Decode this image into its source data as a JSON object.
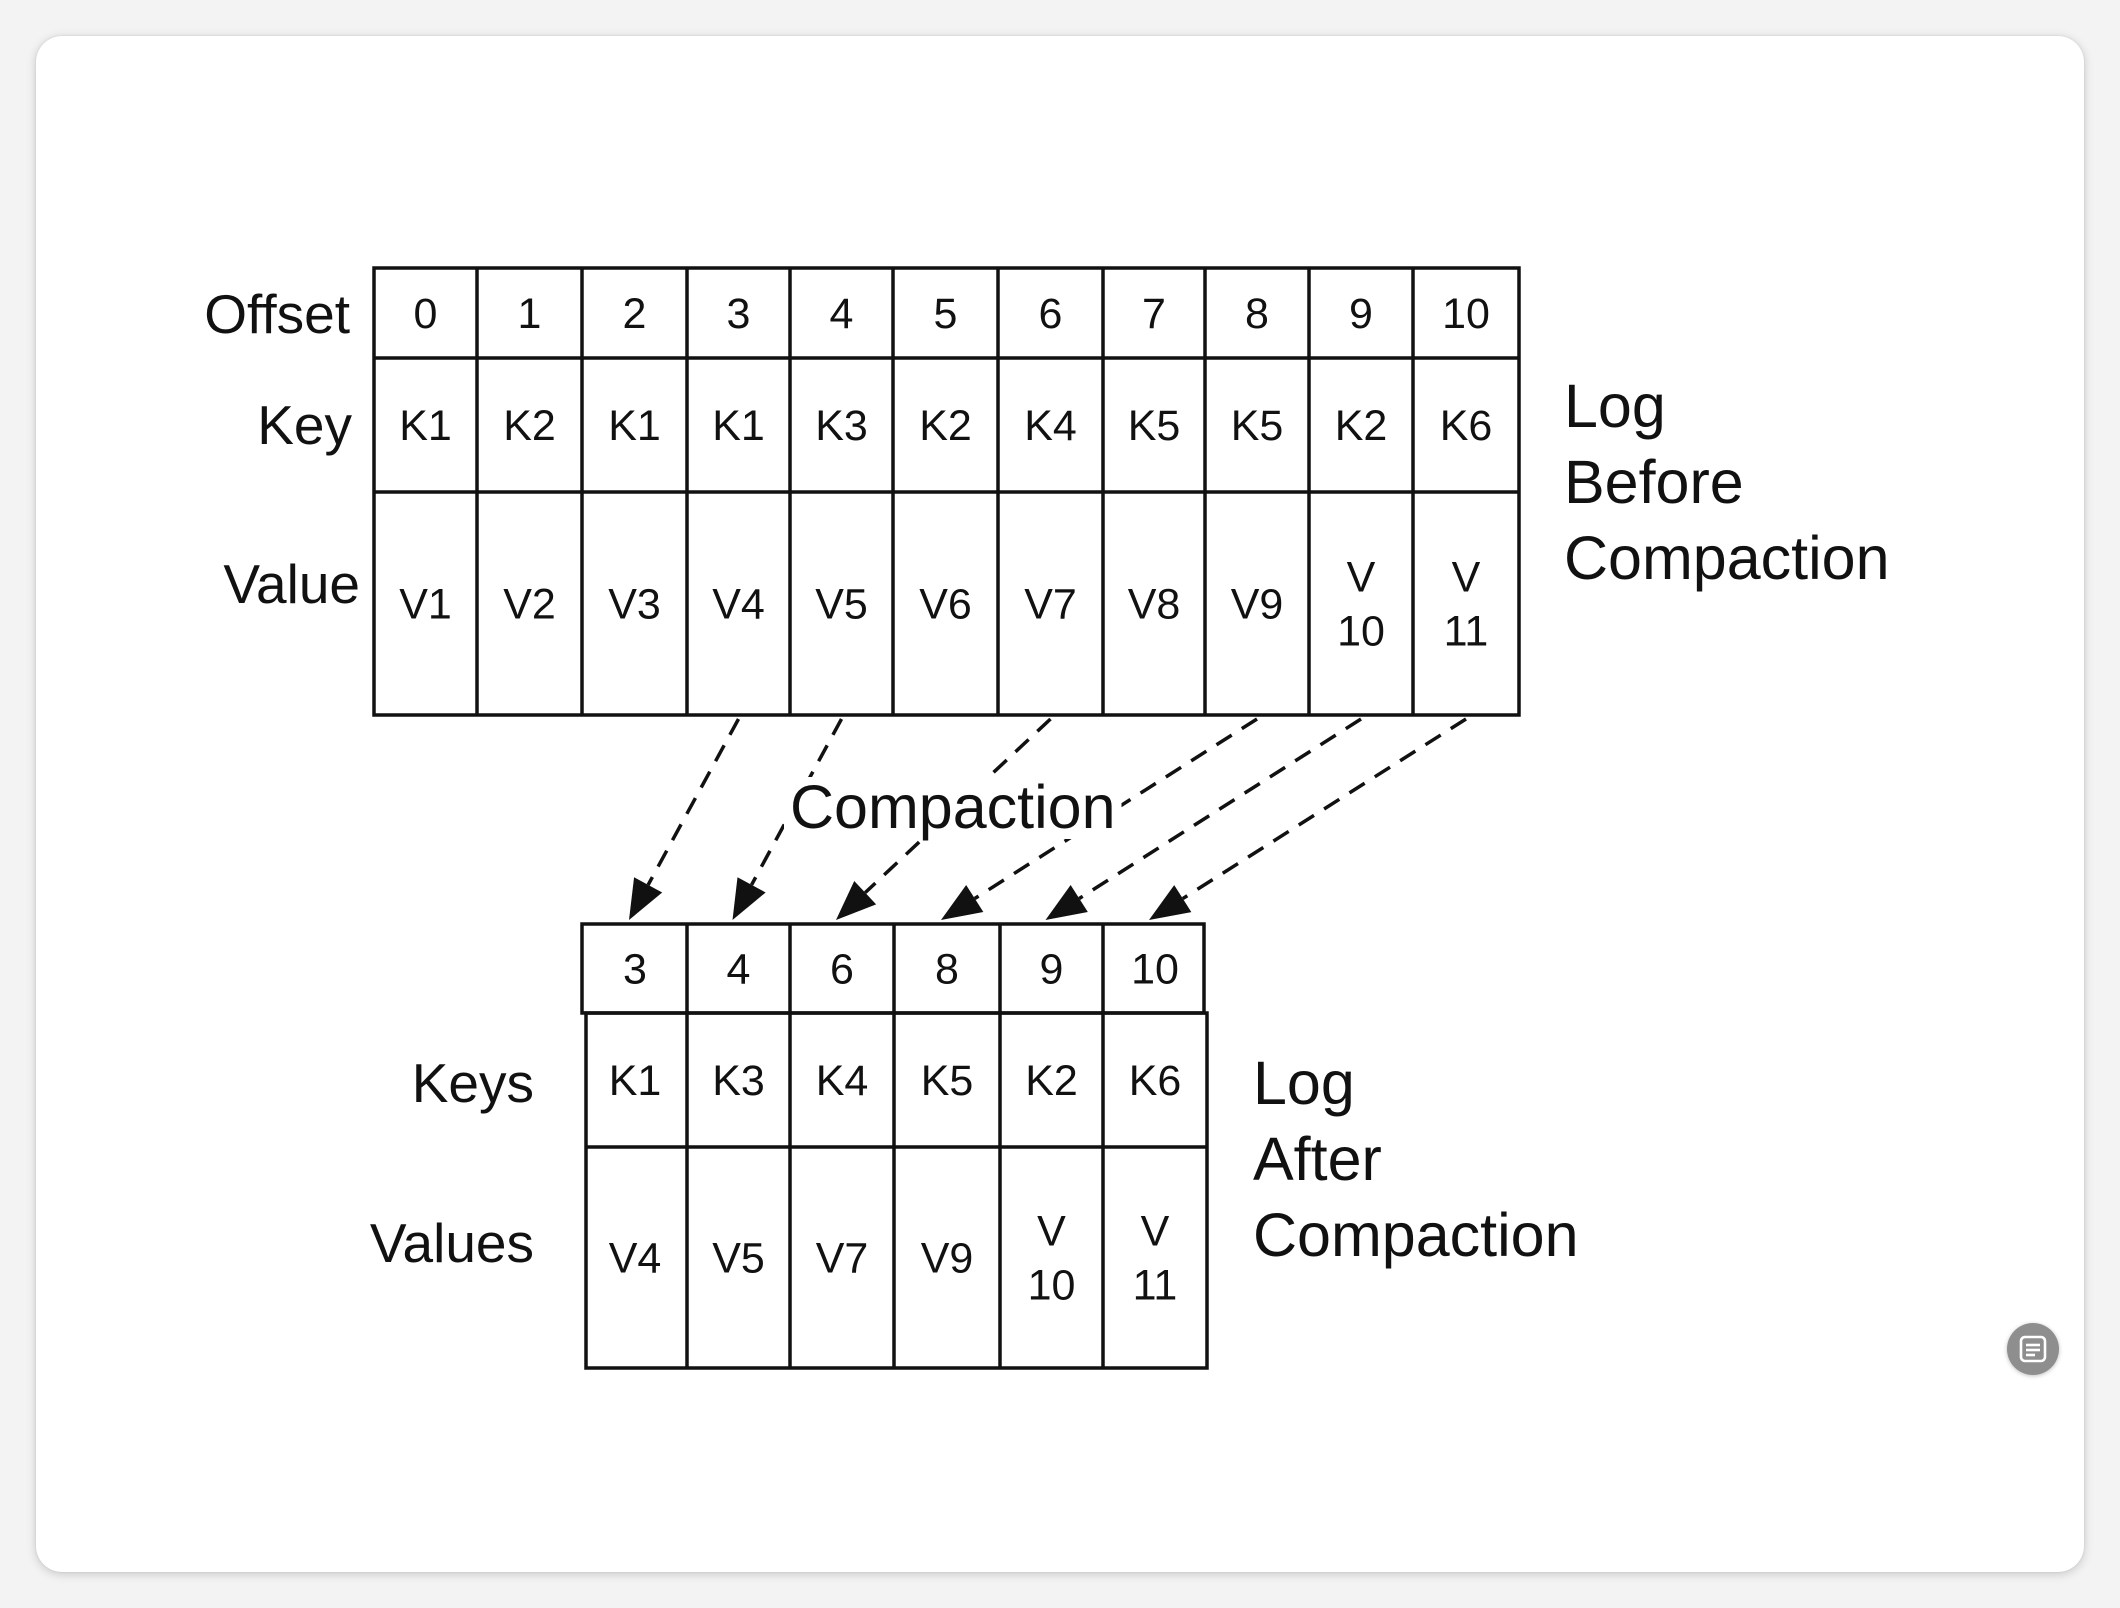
{
  "before": {
    "row_labels": {
      "offset": "Offset",
      "key": "Key",
      "value": "Value"
    },
    "offsets": [
      "0",
      "1",
      "2",
      "3",
      "4",
      "5",
      "6",
      "7",
      "8",
      "9",
      "10"
    ],
    "keys": [
      "K1",
      "K2",
      "K1",
      "K1",
      "K3",
      "K2",
      "K4",
      "K5",
      "K5",
      "K2",
      "K6"
    ],
    "values": [
      "V1",
      "V2",
      "V3",
      "V4",
      "V5",
      "V6",
      "V7",
      "V8",
      "V9",
      "V\n10",
      "V\n11"
    ],
    "caption": [
      "Log",
      "Before",
      "Compaction"
    ]
  },
  "compaction_label": "Compaction",
  "after": {
    "row_labels": {
      "keys": "Keys",
      "values": "Values"
    },
    "offsets": [
      "3",
      "4",
      "6",
      "8",
      "9",
      "10"
    ],
    "keys": [
      "K1",
      "K3",
      "K4",
      "K5",
      "K2",
      "K6"
    ],
    "values": [
      "V4",
      "V5",
      "V7",
      "V9",
      "V\n10",
      "V\n11"
    ],
    "caption": [
      "Log",
      "After",
      "Compaction"
    ]
  },
  "arrows": [
    {
      "from": "3",
      "to": "3"
    },
    {
      "from": "4",
      "to": "4"
    },
    {
      "from": "6",
      "to": "6"
    },
    {
      "from": "8",
      "to": "8"
    },
    {
      "from": "9",
      "to": "9"
    },
    {
      "from": "10",
      "to": "10"
    }
  ],
  "icons": {
    "floating_button": "text-recognition-icon"
  }
}
